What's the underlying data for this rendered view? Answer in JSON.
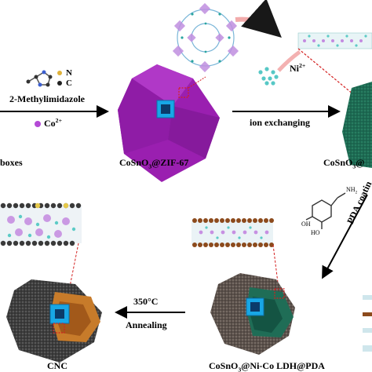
{
  "labels": {
    "reagent_n": "N",
    "reagent_c": "C",
    "methylimidazole": "2-Methylimidazole",
    "co_ion": "Co",
    "co_charge": "2+",
    "ni_ion": "Ni",
    "ni_charge": "2+",
    "ion_exchanging": "ion exchanging",
    "left_partial": "boxes",
    "zif_prefix": "CoSnO",
    "zif_sub": "3",
    "zif_suffix": "@ZIF-67",
    "right_top_prefix": "CoSnO",
    "right_top_sub": "3",
    "right_top_suffix": "@",
    "pda_coating": "PDA coatin",
    "temperature": "350°C",
    "annealing": "Annealing",
    "cnc": "CNC",
    "ldh_prefix": "CoSnO",
    "ldh_sub": "3",
    "ldh_suffix": "@Ni-Co LDH@PDA",
    "dopamine_oh1": "OH",
    "dopamine_oh2": "HO",
    "dopamine_nh2": "NH",
    "dopamine_nh2_sub": "2"
  },
  "colors": {
    "zif_purple": "#9a1fb0",
    "cobalt_dot": "#b44ad6",
    "ni_dot": "#59c9c0",
    "ldh_green": "#1f6d56",
    "cube_blue": "#18a7e6",
    "pda_brown": "#8c4a1c",
    "carbon_gray": "#3f3f3f",
    "link_red": "#d42020"
  }
}
